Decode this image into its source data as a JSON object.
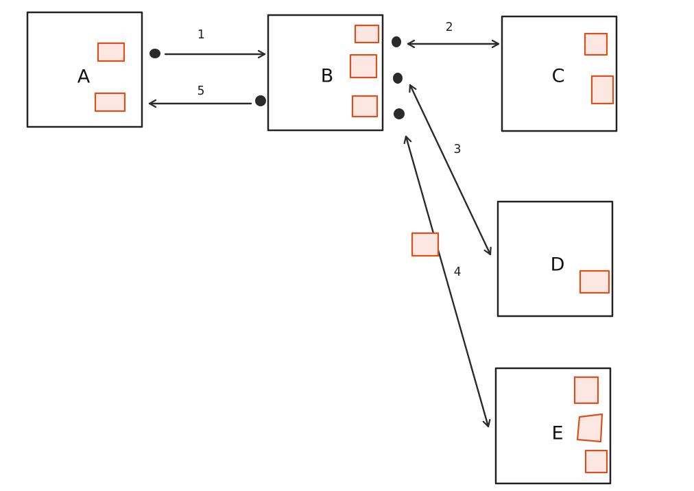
{
  "nodes": {
    "a": {
      "label": "A"
    },
    "b": {
      "label": "B"
    },
    "c": {
      "label": "C"
    },
    "d": {
      "label": "D"
    },
    "e": {
      "label": "E"
    }
  },
  "edges": {
    "e1": {
      "label": "1",
      "from": "A",
      "to": "B",
      "direction": "one-way"
    },
    "e2": {
      "label": "2",
      "from": "B",
      "to": "C",
      "direction": "two-way"
    },
    "e3": {
      "label": "3",
      "from": "B",
      "to": "D",
      "direction": "two-way"
    },
    "e4": {
      "label": "4",
      "from": "B",
      "to": "E",
      "direction": "two-way"
    },
    "e5": {
      "label": "5",
      "from": "B",
      "to": "A",
      "direction": "one-way"
    }
  },
  "colors": {
    "line": "#2a2a2a",
    "chip_stroke": "#d9501f",
    "chip_fill": "#fde7e2"
  }
}
